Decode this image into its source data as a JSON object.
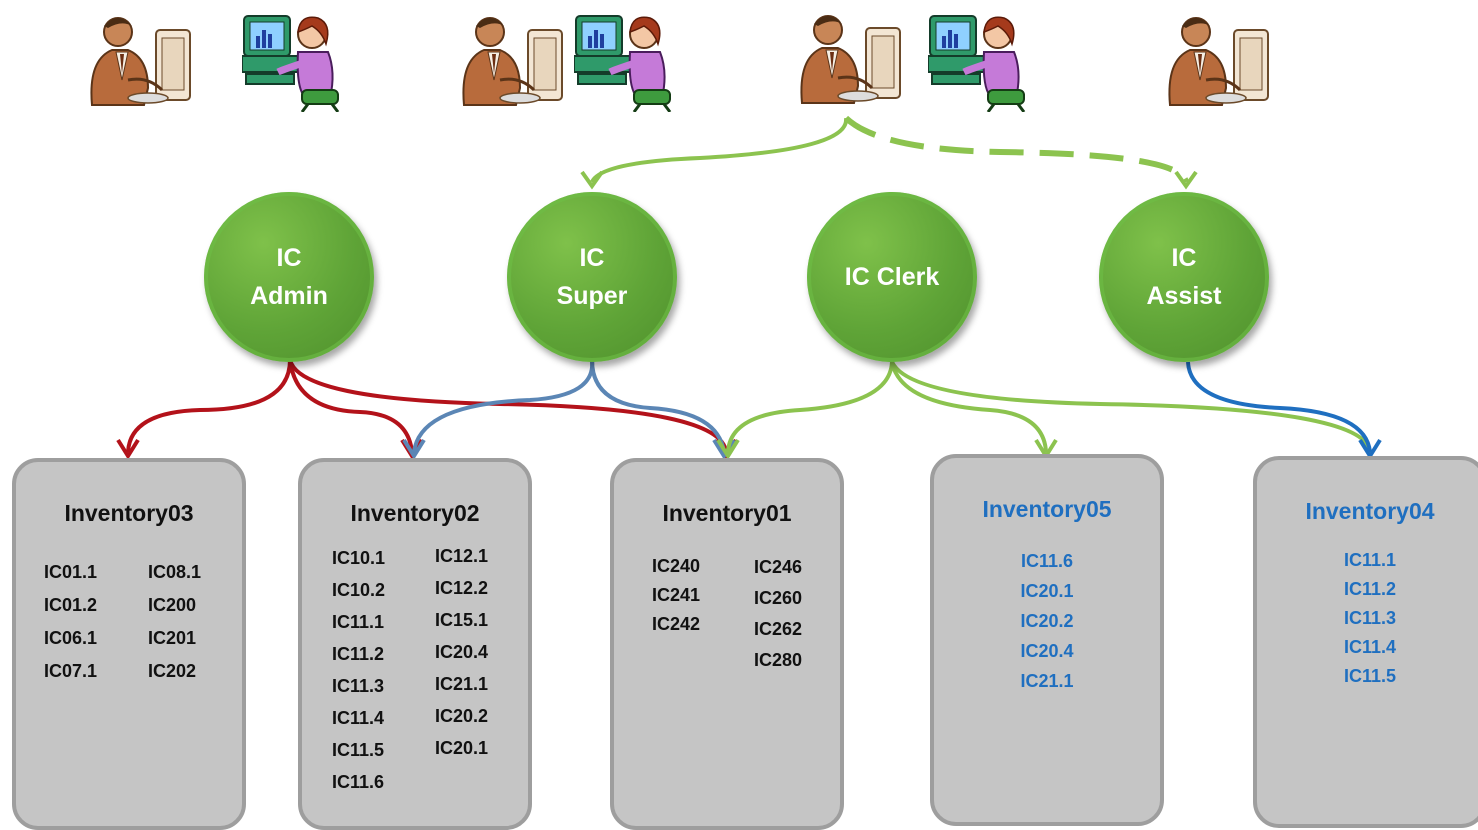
{
  "roles": [
    {
      "id": "admin",
      "label": "IC\nAdmin"
    },
    {
      "id": "super",
      "label": "IC\nSuper"
    },
    {
      "id": "clerk",
      "label": "IC Clerk"
    },
    {
      "id": "assist",
      "label": "IC\nAssist"
    }
  ],
  "inventories": [
    {
      "id": "inv03",
      "title": "Inventory03",
      "col1": [
        "IC01.1",
        "IC01.2",
        "IC06.1",
        "IC07.1"
      ],
      "col2": [
        "IC08.1",
        "IC200",
        "IC201",
        "IC202"
      ]
    },
    {
      "id": "inv02",
      "title": "Inventory02",
      "col1": [
        "IC10.1",
        "IC10.2",
        "IC11.1",
        "IC11.2",
        "IC11.3",
        "IC11.4",
        "IC11.5",
        "IC11.6"
      ],
      "col2": [
        "IC12.1",
        "IC12.2",
        "IC15.1",
        "IC20.4",
        "IC21.1",
        "IC20.2",
        "IC20.1"
      ]
    },
    {
      "id": "inv01",
      "title": "Inventory01",
      "col1": [
        "IC240",
        "IC241",
        "IC242"
      ],
      "col2": [
        "IC246",
        "IC260",
        "IC262",
        "IC280"
      ]
    },
    {
      "id": "inv05",
      "title": "Inventory05",
      "col1": [
        "IC11.6",
        "IC20.1",
        "IC20.2",
        "IC20.4",
        "IC21.1"
      ],
      "col2": []
    },
    {
      "id": "inv04",
      "title": "Inventory04",
      "col1": [
        "IC11.1",
        "IC11.2",
        "IC11.3",
        "IC11.4",
        "IC11.5"
      ],
      "col2": []
    }
  ],
  "colors": {
    "admin_link": "#b3121a",
    "super_link": "#5b86b5",
    "clerk_link": "#8cc34f",
    "assist_link": "#1f6fc0",
    "role_fill": "#5fa437",
    "box_fill": "#c5c5c5",
    "blue_text": "#1f6fc0"
  },
  "icons": [
    "businessman-at-computer-icon",
    "woman-at-computer-icon"
  ]
}
